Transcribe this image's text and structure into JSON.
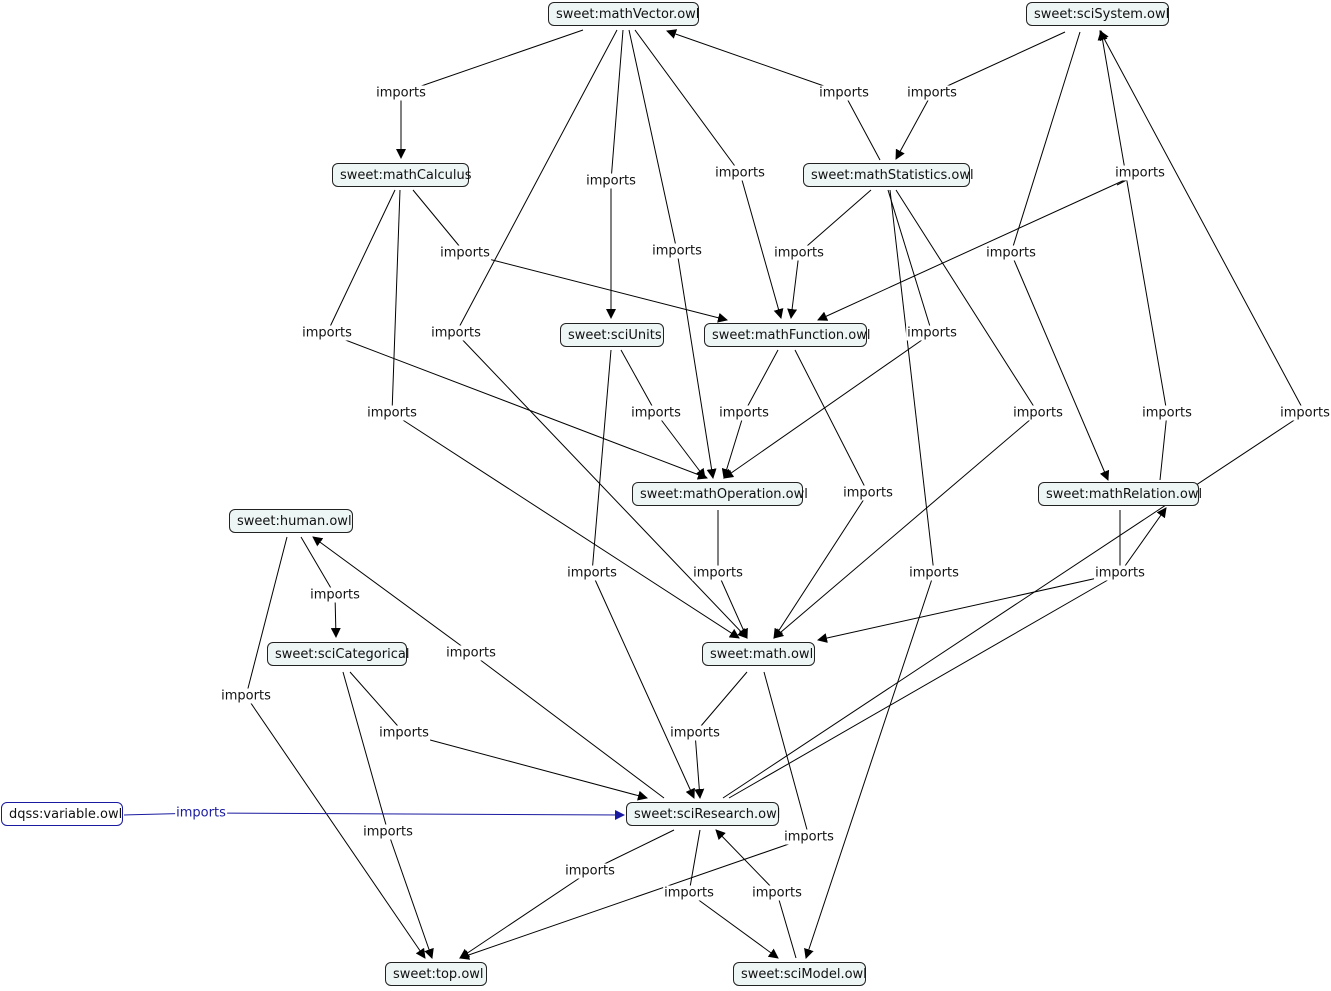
{
  "nodes": {
    "mathVector": "sweet:mathVector.owl",
    "sciSystem": "sweet:sciSystem.owl",
    "mathCalculus": "sweet:mathCalculus",
    "mathStatistics": "sweet:mathStatistics.owl",
    "sciUnits": "sweet:sciUnits",
    "mathFunction": "sweet:mathFunction.owl",
    "mathOperation": "sweet:mathOperation.owl",
    "mathRelation": "sweet:mathRelation.owl",
    "human": "sweet:human.owl",
    "sciCategorical": "sweet:sciCategorical",
    "math": "sweet:math.owl",
    "variable": "dqss:variable.owl",
    "sciResearch": "sweet:sciResearch.owl",
    "top": "sweet:top.owl",
    "sciModel": "sweet:sciModel.owl"
  },
  "edge_label": "imports",
  "colors": {
    "line": "#000000",
    "highlight": "#1a1aa0",
    "node_fill": "#eef5f5"
  },
  "edges": [
    {
      "from": "mathVector",
      "to": "mathCalculus"
    },
    {
      "from": "mathVector",
      "to": "sciUnits"
    },
    {
      "from": "mathVector",
      "to": "mathOperation"
    },
    {
      "from": "mathVector",
      "to": "mathFunction"
    },
    {
      "from": "mathVector",
      "to": "math"
    },
    {
      "from": "mathStatistics",
      "to": "mathVector"
    },
    {
      "from": "sciSystem",
      "to": "mathStatistics"
    },
    {
      "from": "sciSystem",
      "to": "mathFunction"
    },
    {
      "from": "sciSystem",
      "to": "mathRelation"
    },
    {
      "from": "mathStatistics",
      "to": "mathFunction"
    },
    {
      "from": "mathStatistics",
      "to": "mathOperation"
    },
    {
      "from": "mathStatistics",
      "to": "math"
    },
    {
      "from": "mathStatistics",
      "to": "sciModel"
    },
    {
      "from": "mathRelation",
      "to": "sciSystem"
    },
    {
      "from": "mathRelation",
      "to": "math"
    },
    {
      "from": "mathCalculus",
      "to": "mathFunction"
    },
    {
      "from": "mathCalculus",
      "to": "mathOperation"
    },
    {
      "from": "mathCalculus",
      "to": "math"
    },
    {
      "from": "sciUnits",
      "to": "mathOperation"
    },
    {
      "from": "sciUnits",
      "to": "sciResearch"
    },
    {
      "from": "mathFunction",
      "to": "mathOperation"
    },
    {
      "from": "mathFunction",
      "to": "math"
    },
    {
      "from": "mathOperation",
      "to": "math"
    },
    {
      "from": "human",
      "to": "sciCategorical"
    },
    {
      "from": "human",
      "to": "top"
    },
    {
      "from": "sciResearch",
      "to": "human"
    },
    {
      "from": "sciCategorical",
      "to": "sciResearch"
    },
    {
      "from": "sciCategorical",
      "to": "top"
    },
    {
      "from": "math",
      "to": "sciResearch"
    },
    {
      "from": "math",
      "to": "top"
    },
    {
      "from": "sciResearch",
      "to": "top"
    },
    {
      "from": "sciResearch",
      "to": "sciModel"
    },
    {
      "from": "sciModel",
      "to": "sciResearch"
    },
    {
      "from": "sciResearch",
      "to": "sciSystem"
    },
    {
      "from": "sciResearch",
      "to": "mathRelation"
    },
    {
      "from": "variable",
      "to": "sciResearch",
      "highlight": true
    }
  ]
}
